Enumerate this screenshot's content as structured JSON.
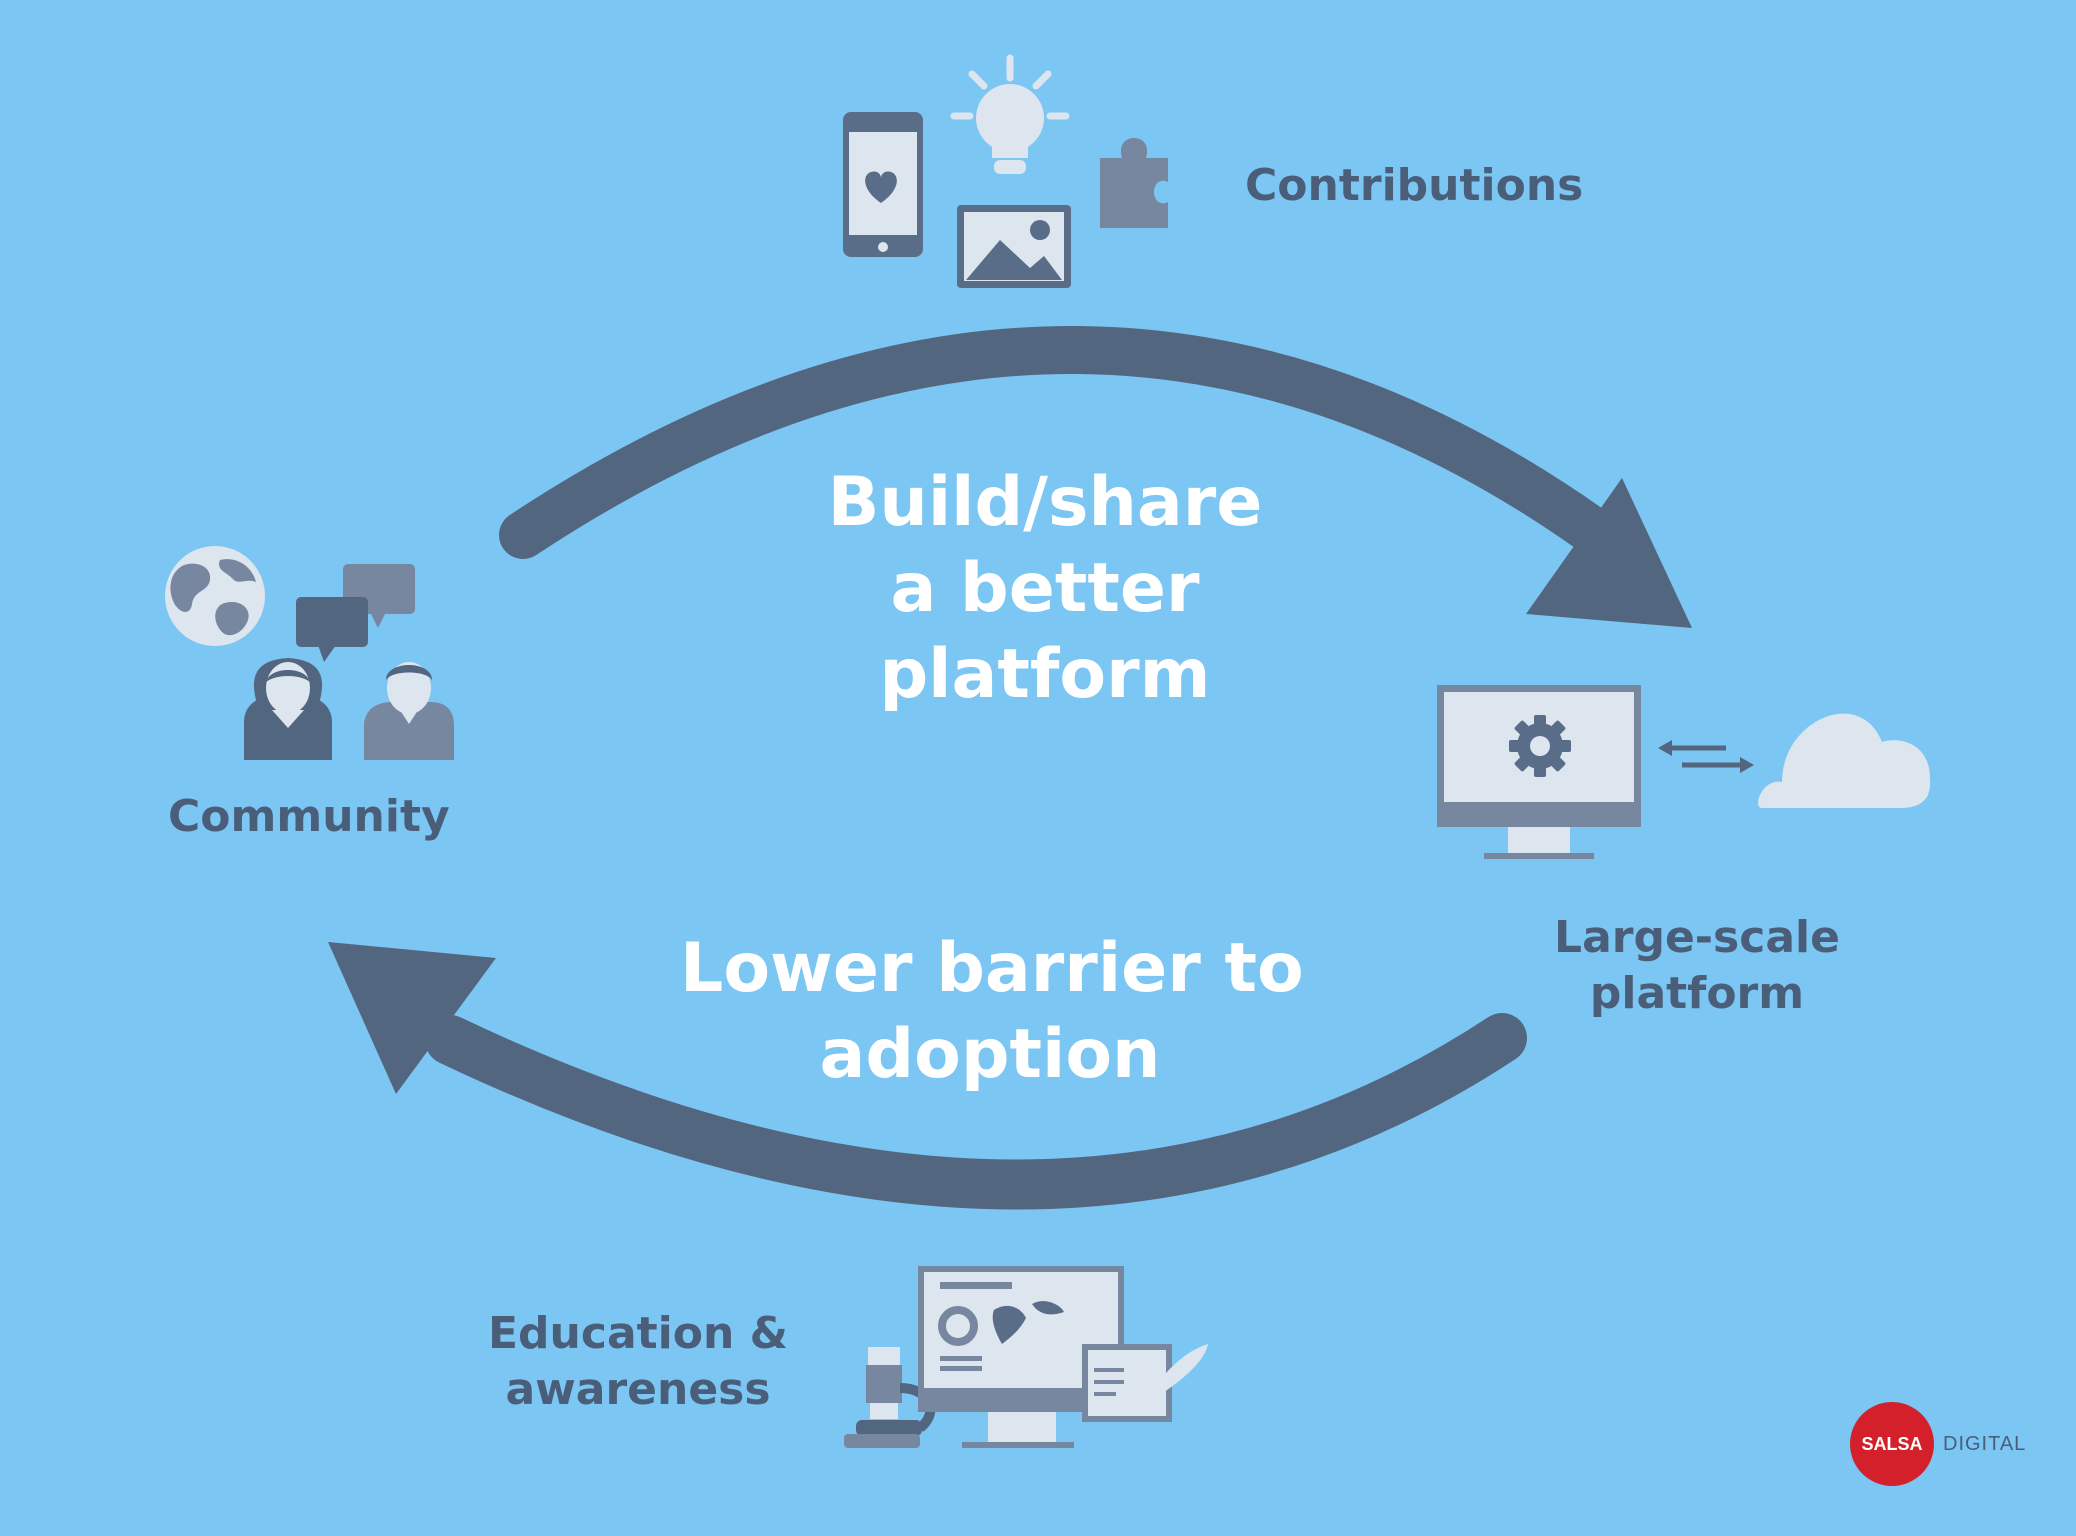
{
  "diagram": {
    "contributions_label": "Contributions",
    "community_label": "Community",
    "platform_label_line1": "Large-scale",
    "platform_label_line2": "platform",
    "education_label_line1": "Education &",
    "education_label_line2": "awareness",
    "top_cycle_line1": "Build/share",
    "top_cycle_line2": "a better",
    "top_cycle_line3": "platform",
    "bottom_cycle_line1": "Lower barrier to",
    "bottom_cycle_line2": "adoption"
  },
  "brand": {
    "badge_text": "SALSA",
    "word": "DIGITAL"
  },
  "colors": {
    "background": "#7cc6f3",
    "arrow": "#53667f",
    "icon_dark": "#5a6d88",
    "icon_mid": "#76879f",
    "icon_light": "#dde5ef",
    "text_dark": "#4a5e7a",
    "brand_red": "#d4202a"
  }
}
